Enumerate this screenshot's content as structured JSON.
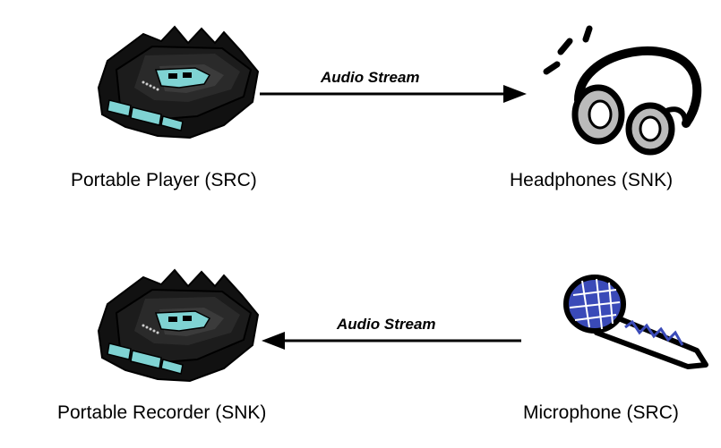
{
  "diagram": {
    "top_row": {
      "source_label": "Portable Player (SRC)",
      "sink_label": "Headphones (SNK)",
      "stream_label": "Audio Stream",
      "source_icon": "portable-player-icon",
      "sink_icon": "headphones-icon",
      "direction": "left-to-right"
    },
    "bottom_row": {
      "source_label": "Microphone (SRC)",
      "sink_label": "Portable Recorder (SNK)",
      "stream_label": "Audio Stream",
      "source_icon": "microphone-icon",
      "sink_icon": "portable-recorder-icon",
      "direction": "right-to-left"
    },
    "colors": {
      "device_body": "#111111",
      "device_accent": "#7fd3d3",
      "mic_grille": "#3a4ab8",
      "headphone_pad": "#bbbbbb",
      "arrow": "#000000"
    }
  }
}
